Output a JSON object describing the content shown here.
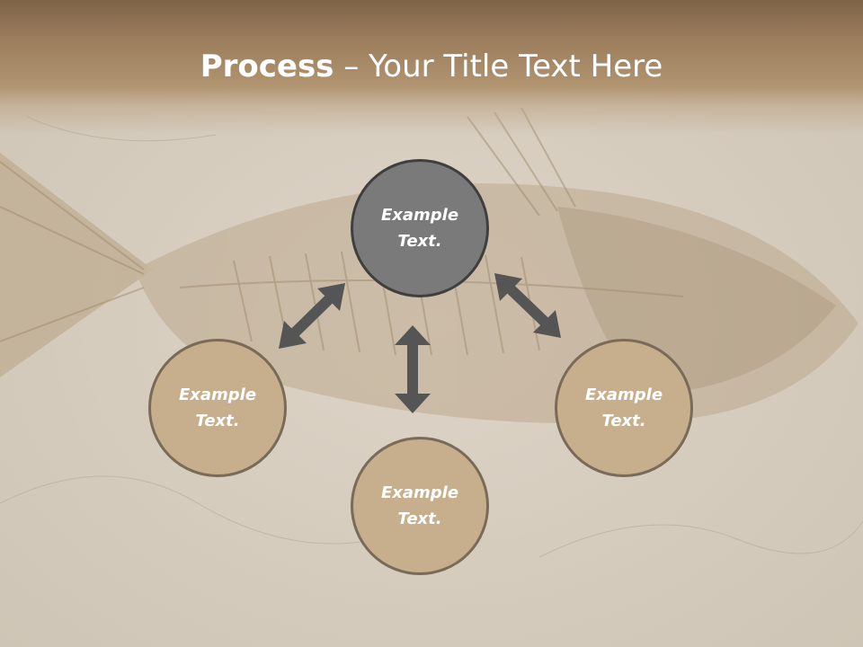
{
  "slide": {
    "title_bold": "Process",
    "title_rest": " – Your Title Text Here"
  },
  "nodes": {
    "top": {
      "line1": "Example",
      "line2": "Text."
    },
    "left": {
      "line1": "Example",
      "line2": "Text."
    },
    "bottom": {
      "line1": "Example",
      "line2": "Text."
    },
    "right": {
      "line1": "Example",
      "line2": "Text."
    }
  },
  "colors": {
    "title_band": "#9a7c5c",
    "node_fill": "#c7ae8c",
    "node_border": "#7a6a58",
    "top_node_fill": "#7a7a7a",
    "top_node_border": "#3f3f3f",
    "arrow": "#555555"
  }
}
